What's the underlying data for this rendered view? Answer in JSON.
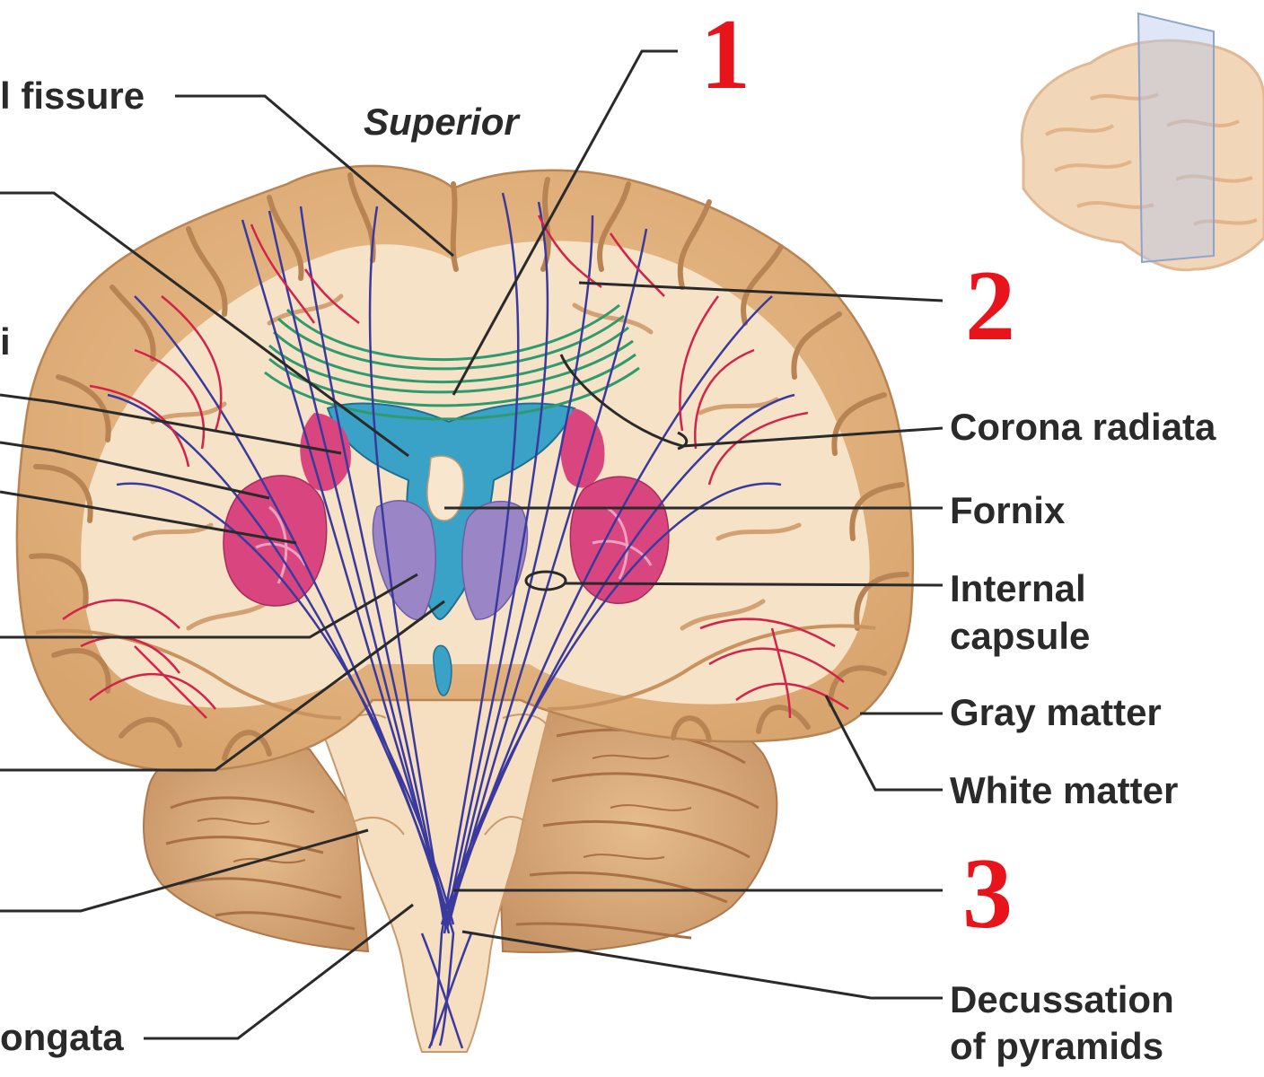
{
  "labels": {
    "longitudinal_fissure": "l fissure",
    "superior": "Superior",
    "fragment_i": "i",
    "corona_radiata": "Corona radiata",
    "fornix": "Fornix",
    "internal_capsule_line1": "Internal",
    "internal_capsule_line2": "capsule",
    "gray_matter": "Gray matter",
    "white_matter": "White matter",
    "decussation_line1": "Decussation",
    "decussation_line2": "of pyramids",
    "medulla_oblongata": "ongata"
  },
  "markers": {
    "m1": "1",
    "m2": "2",
    "m3": "3"
  },
  "colors": {
    "cortex": "#e7bb8b",
    "white_matter": "#f6e2c6",
    "ventricle": "#3aa2c6",
    "basal_nuclei": "#d9467f",
    "thalamus": "#9a86c6",
    "commissural_fibers": "#2f9a6e",
    "projection_fibers": "#3a3a9e",
    "association_fibers": "#d2244a",
    "marker_red": "#e8141b"
  }
}
